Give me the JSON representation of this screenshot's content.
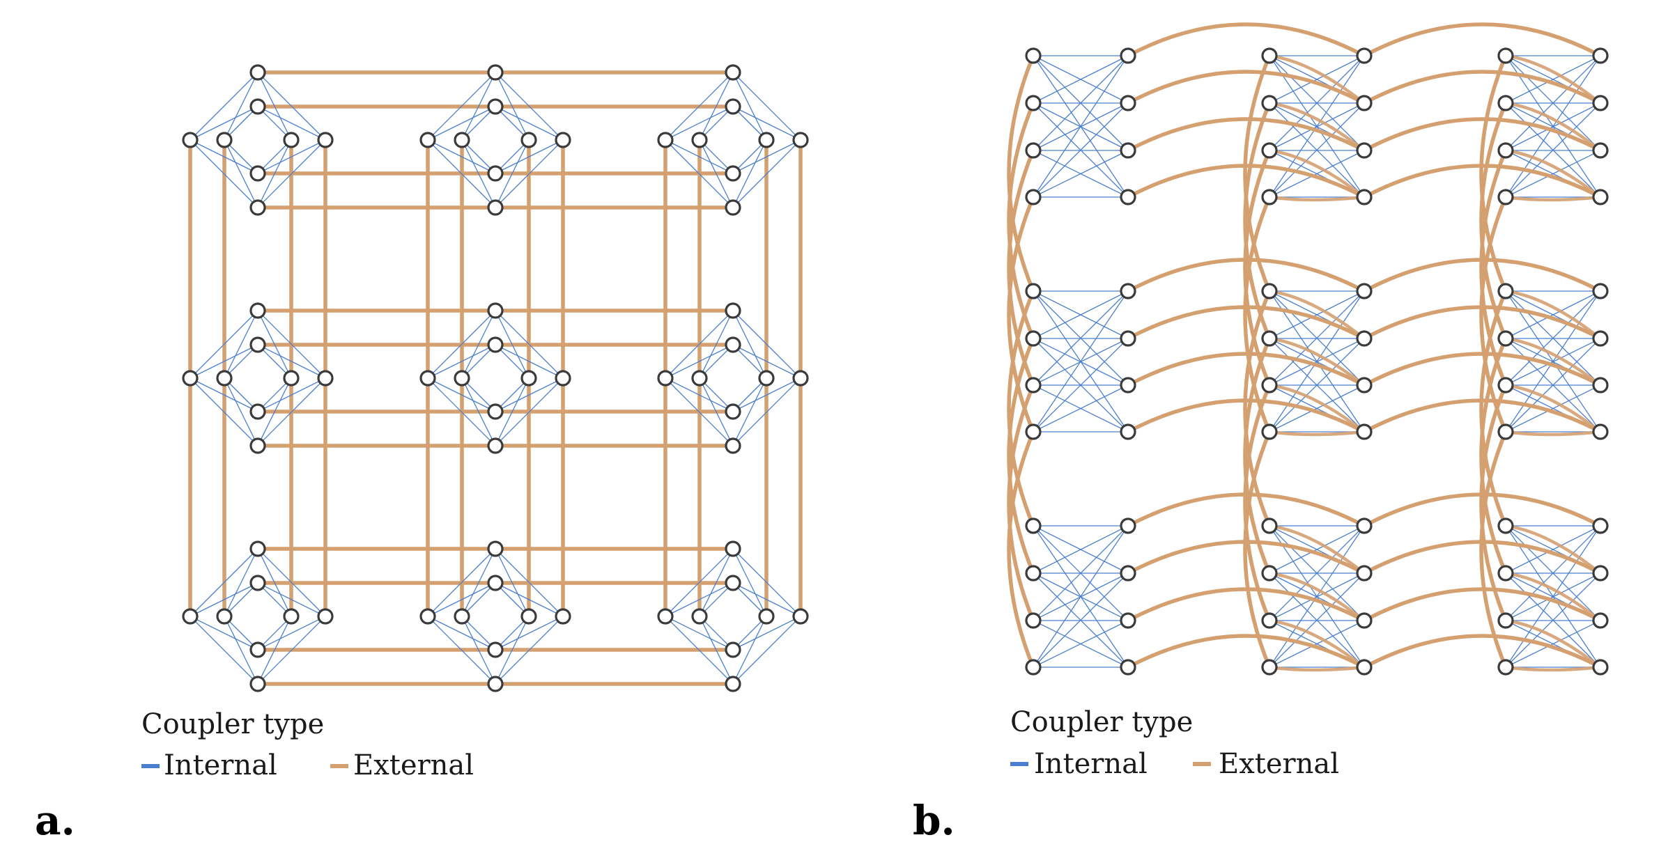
{
  "colors": {
    "internal": "#4a7fcf",
    "external": "#d4a070",
    "node_stroke": "#3a3a3a",
    "node_fill": "#ffffff"
  },
  "panels": [
    {
      "label": "a.",
      "legend": {
        "title": "Coupler type",
        "entries": [
          {
            "label": "Internal",
            "color": "#4a7fcf"
          },
          {
            "label": "External",
            "color": "#d4a070"
          }
        ]
      }
    },
    {
      "label": "b.",
      "legend": {
        "title": "Coupler type",
        "entries": [
          {
            "label": "Internal",
            "color": "#4a7fcf"
          },
          {
            "label": "External",
            "color": "#d4a070"
          }
        ]
      }
    }
  ]
}
